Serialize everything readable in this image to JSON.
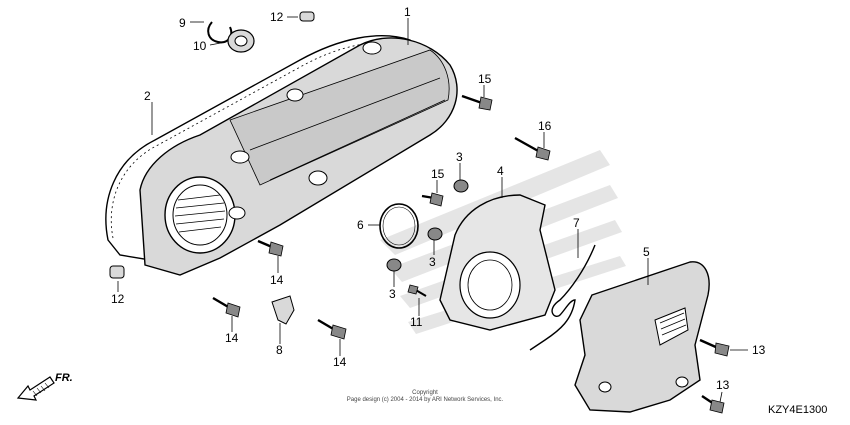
{
  "diagram": {
    "part_labels": {
      "p1": "1",
      "p2": "2",
      "p3a": "3",
      "p3b": "3",
      "p3c": "3",
      "p4": "4",
      "p5": "5",
      "p6": "6",
      "p7": "7",
      "p8": "8",
      "p9": "9",
      "p10": "10",
      "p11": "11",
      "p12a": "12",
      "p12b": "12",
      "p13a": "13",
      "p13b": "13",
      "p14a": "14",
      "p14b": "14",
      "p14c": "14",
      "p15a": "15",
      "p15b": "15",
      "p16": "16"
    },
    "copyright_line1": "Copyright",
    "copyright_line2": "Page design (c) 2004 - 2014 by ARI Network Services, Inc.",
    "diagram_code": "KZY4E1300",
    "front_label": "FR.",
    "colors": {
      "line": "#000000",
      "shade": "#d9d9d9",
      "watermark": "#e3e3e3"
    }
  }
}
